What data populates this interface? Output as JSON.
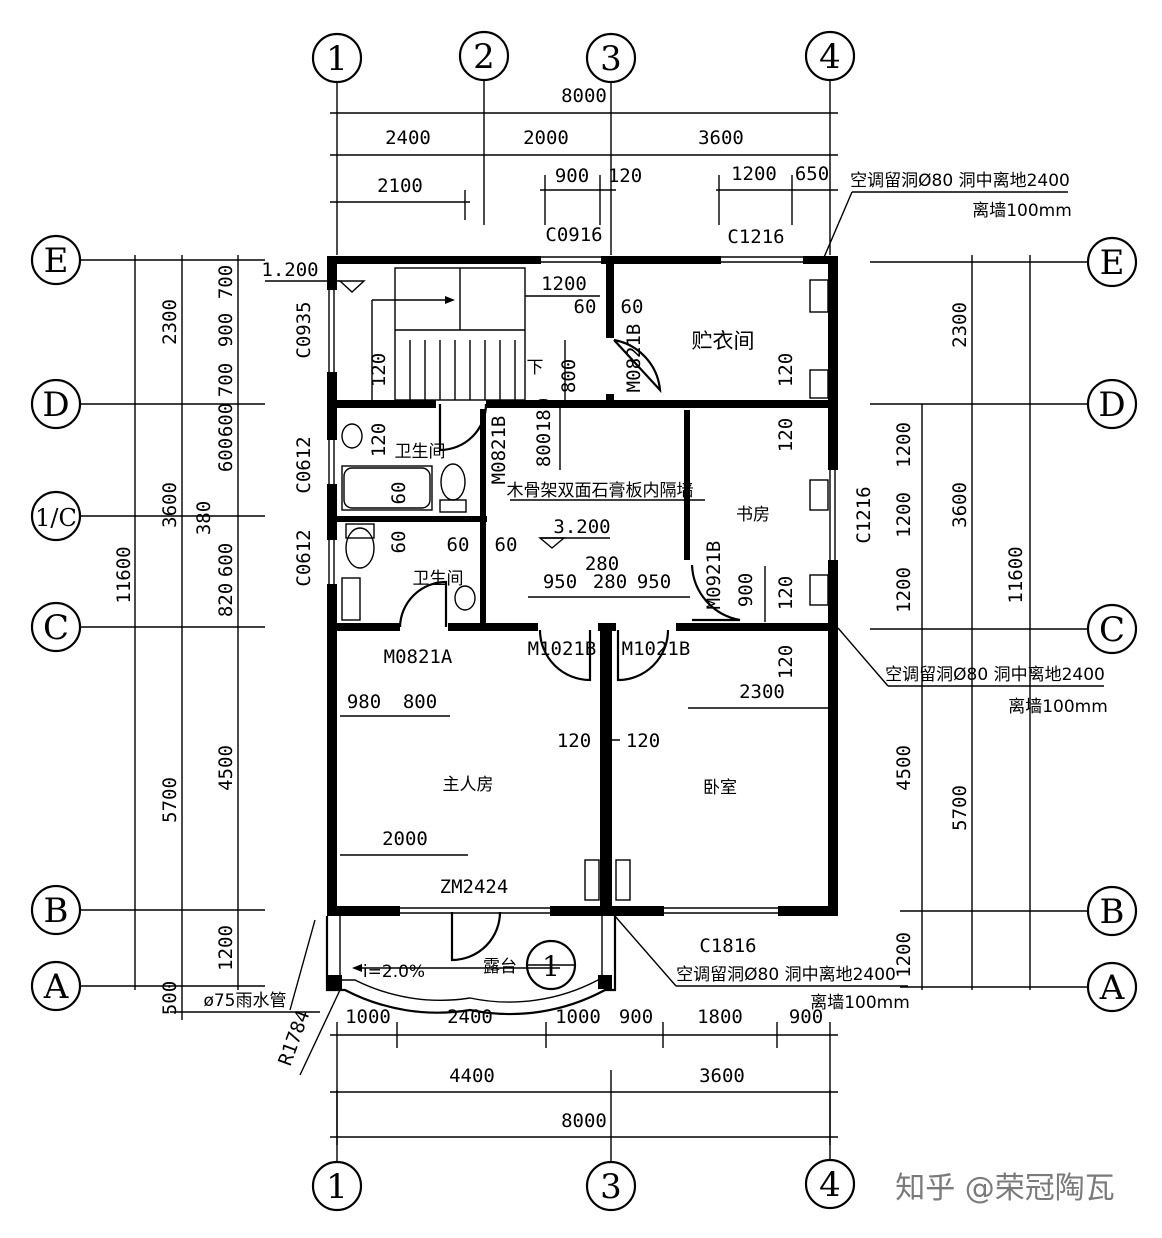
{
  "axes": {
    "top": [
      "1",
      "2",
      "3",
      "4"
    ],
    "bottom": [
      "1",
      "3",
      "4"
    ],
    "left": [
      "E",
      "D",
      "1/C",
      "C",
      "B",
      "A"
    ],
    "right": [
      "E",
      "D",
      "C",
      "B",
      "A"
    ]
  },
  "dims_top": {
    "total": "8000",
    "row2": [
      "2400",
      "2000",
      "3600"
    ],
    "row3": [
      "2100",
      "900",
      "120",
      "1200",
      "650"
    ]
  },
  "dims_bottom": {
    "row1": [
      "1000",
      "2400",
      "1000",
      "900",
      "1800",
      "900"
    ],
    "row2": [
      "4400",
      "3600"
    ],
    "total": "8000"
  },
  "dims_left": {
    "outer": "11600",
    "mid": [
      "2300",
      "3600",
      "5700",
      "500"
    ],
    "inner": [
      "700",
      "900",
      "700",
      "600",
      "600",
      "380",
      "600",
      "820",
      "4500",
      "1200"
    ]
  },
  "dims_right": {
    "outer": "11600",
    "mid": [
      "2300",
      "3600",
      "5700",
      "1200"
    ],
    "inner": [
      "1200",
      "1200",
      "1200",
      "4500"
    ]
  },
  "rooms": {
    "closet": "贮衣间",
    "bath1": "卫生间",
    "bath2": "卫生间",
    "study": "书房",
    "master": "主人房",
    "bedroom": "卧室",
    "terrace": "露台"
  },
  "openings": {
    "c0916": "C0916",
    "c1216_top": "C1216",
    "c0935": "C0935",
    "c0612_a": "C0612",
    "c0612_b": "C0612",
    "c1216_right": "C1216",
    "c1816": "C1816",
    "zm2424": "ZM2424",
    "m0821b_a": "M0821B",
    "m0821b_b": "M0821B",
    "m0921b": "M0921B",
    "m0821a": "M0821A",
    "m1021b_a": "M1021B",
    "m1021b_b": "M1021B"
  },
  "interior_dims": {
    "stair_1200": "1200",
    "d60a": "60",
    "d60b": "60",
    "d120_stair": "120",
    "d800": "800",
    "d800b": "800",
    "d180": "180",
    "d120_bath": "120",
    "d60_bath": "60",
    "d60_bath2": "60",
    "d60c": "60",
    "d60d": "60",
    "d120_closet": "120",
    "d120_study": "120",
    "d950a": "950",
    "d280a": "280",
    "d280b": "280",
    "d950b": "950",
    "d900": "900",
    "d120_study2": "120",
    "d120_bed": "120",
    "d2300": "2300",
    "d980": "980",
    "d800c": "800",
    "d120_m1": "120",
    "d120_m2": "120",
    "d2000": "2000"
  },
  "notes": {
    "elev_stair": "1.200",
    "elev_floor": "3.200",
    "partition": "木骨架双面石膏板内隔墙",
    "ac_top_1": "空调留洞Ø80 洞中离地2400",
    "ac_top_2": "离墙100mm",
    "ac_mid_1": "空调留洞Ø80 洞中离地2400",
    "ac_mid_2": "离墙100mm",
    "ac_bot_1": "空调留洞Ø80 洞中离地2400",
    "ac_bot_2": "离墙100mm",
    "stair_down": "下",
    "slope": "i=2.0%",
    "downpipe": "ø75雨水管",
    "radius": "R1784",
    "section_mark": "1"
  },
  "watermark": "知乎 @荣冠陶瓦"
}
